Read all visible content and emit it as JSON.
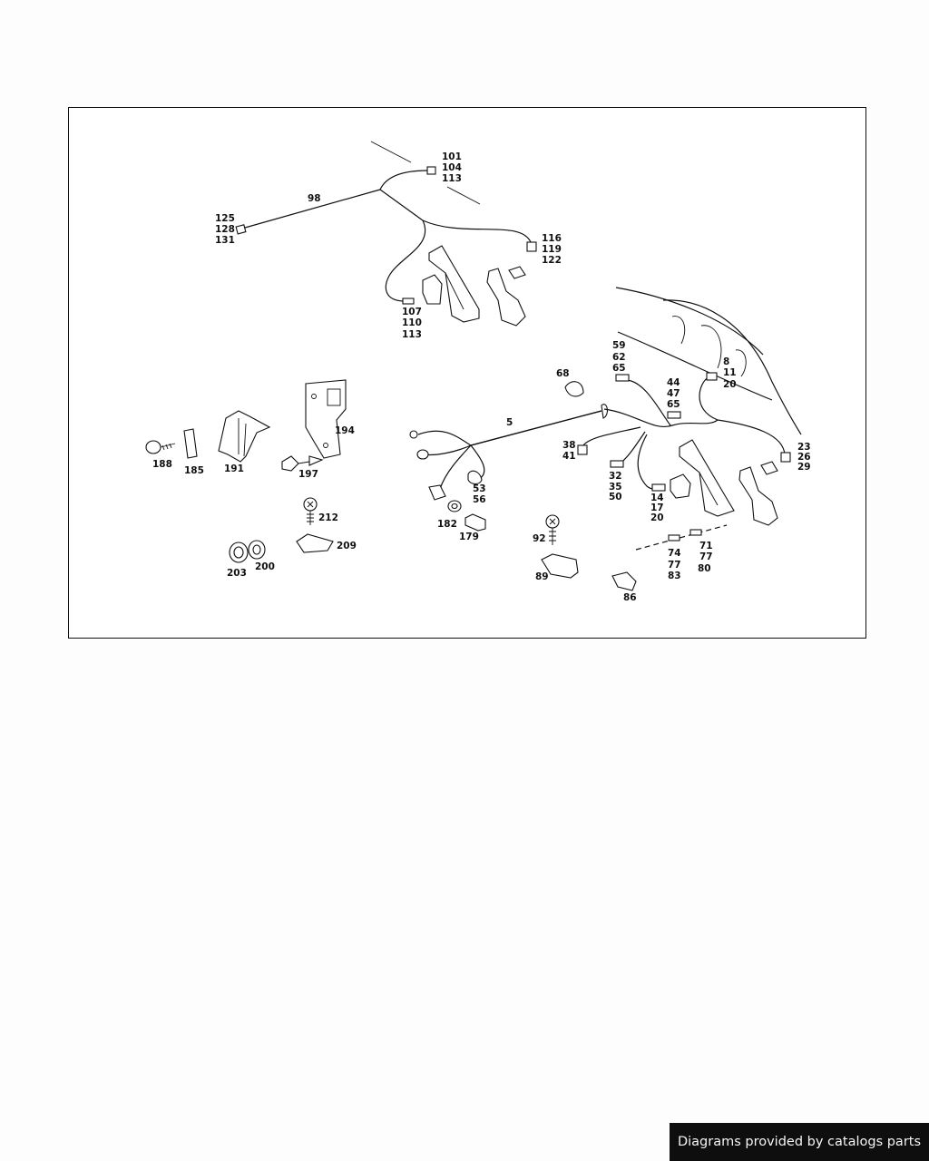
{
  "labels": {
    "l98": "98",
    "l101": "101",
    "l104": "104",
    "l113a": "113",
    "l125": "125",
    "l128": "128",
    "l131": "131",
    "l116": "116",
    "l119": "119",
    "l122": "122",
    "l107": "107",
    "l110": "110",
    "l113b": "113",
    "l59": "59",
    "l62": "62",
    "l65a": "65",
    "l68": "68",
    "l44": "44",
    "l47": "47",
    "l65b": "65",
    "l8": "8",
    "l11": "11",
    "l20a": "20",
    "l194": "194",
    "l5": "5",
    "l38": "38",
    "l41": "41",
    "l23": "23",
    "l26": "26",
    "l29": "29",
    "l188": "188",
    "l185": "185",
    "l191": "191",
    "l197": "197",
    "l53": "53",
    "l56": "56",
    "l32": "32",
    "l35": "35",
    "l50": "50",
    "l14": "14",
    "l17": "17",
    "l20b": "20",
    "l212": "212",
    "l182": "182",
    "l179": "179",
    "l92": "92",
    "l209": "209",
    "l71": "71",
    "l77a": "77",
    "l80": "80",
    "l74": "74",
    "l77b": "77",
    "l83": "83",
    "l203": "203",
    "l200": "200",
    "l89": "89",
    "l86": "86"
  },
  "credit": "Diagrams provided by catalogs parts"
}
